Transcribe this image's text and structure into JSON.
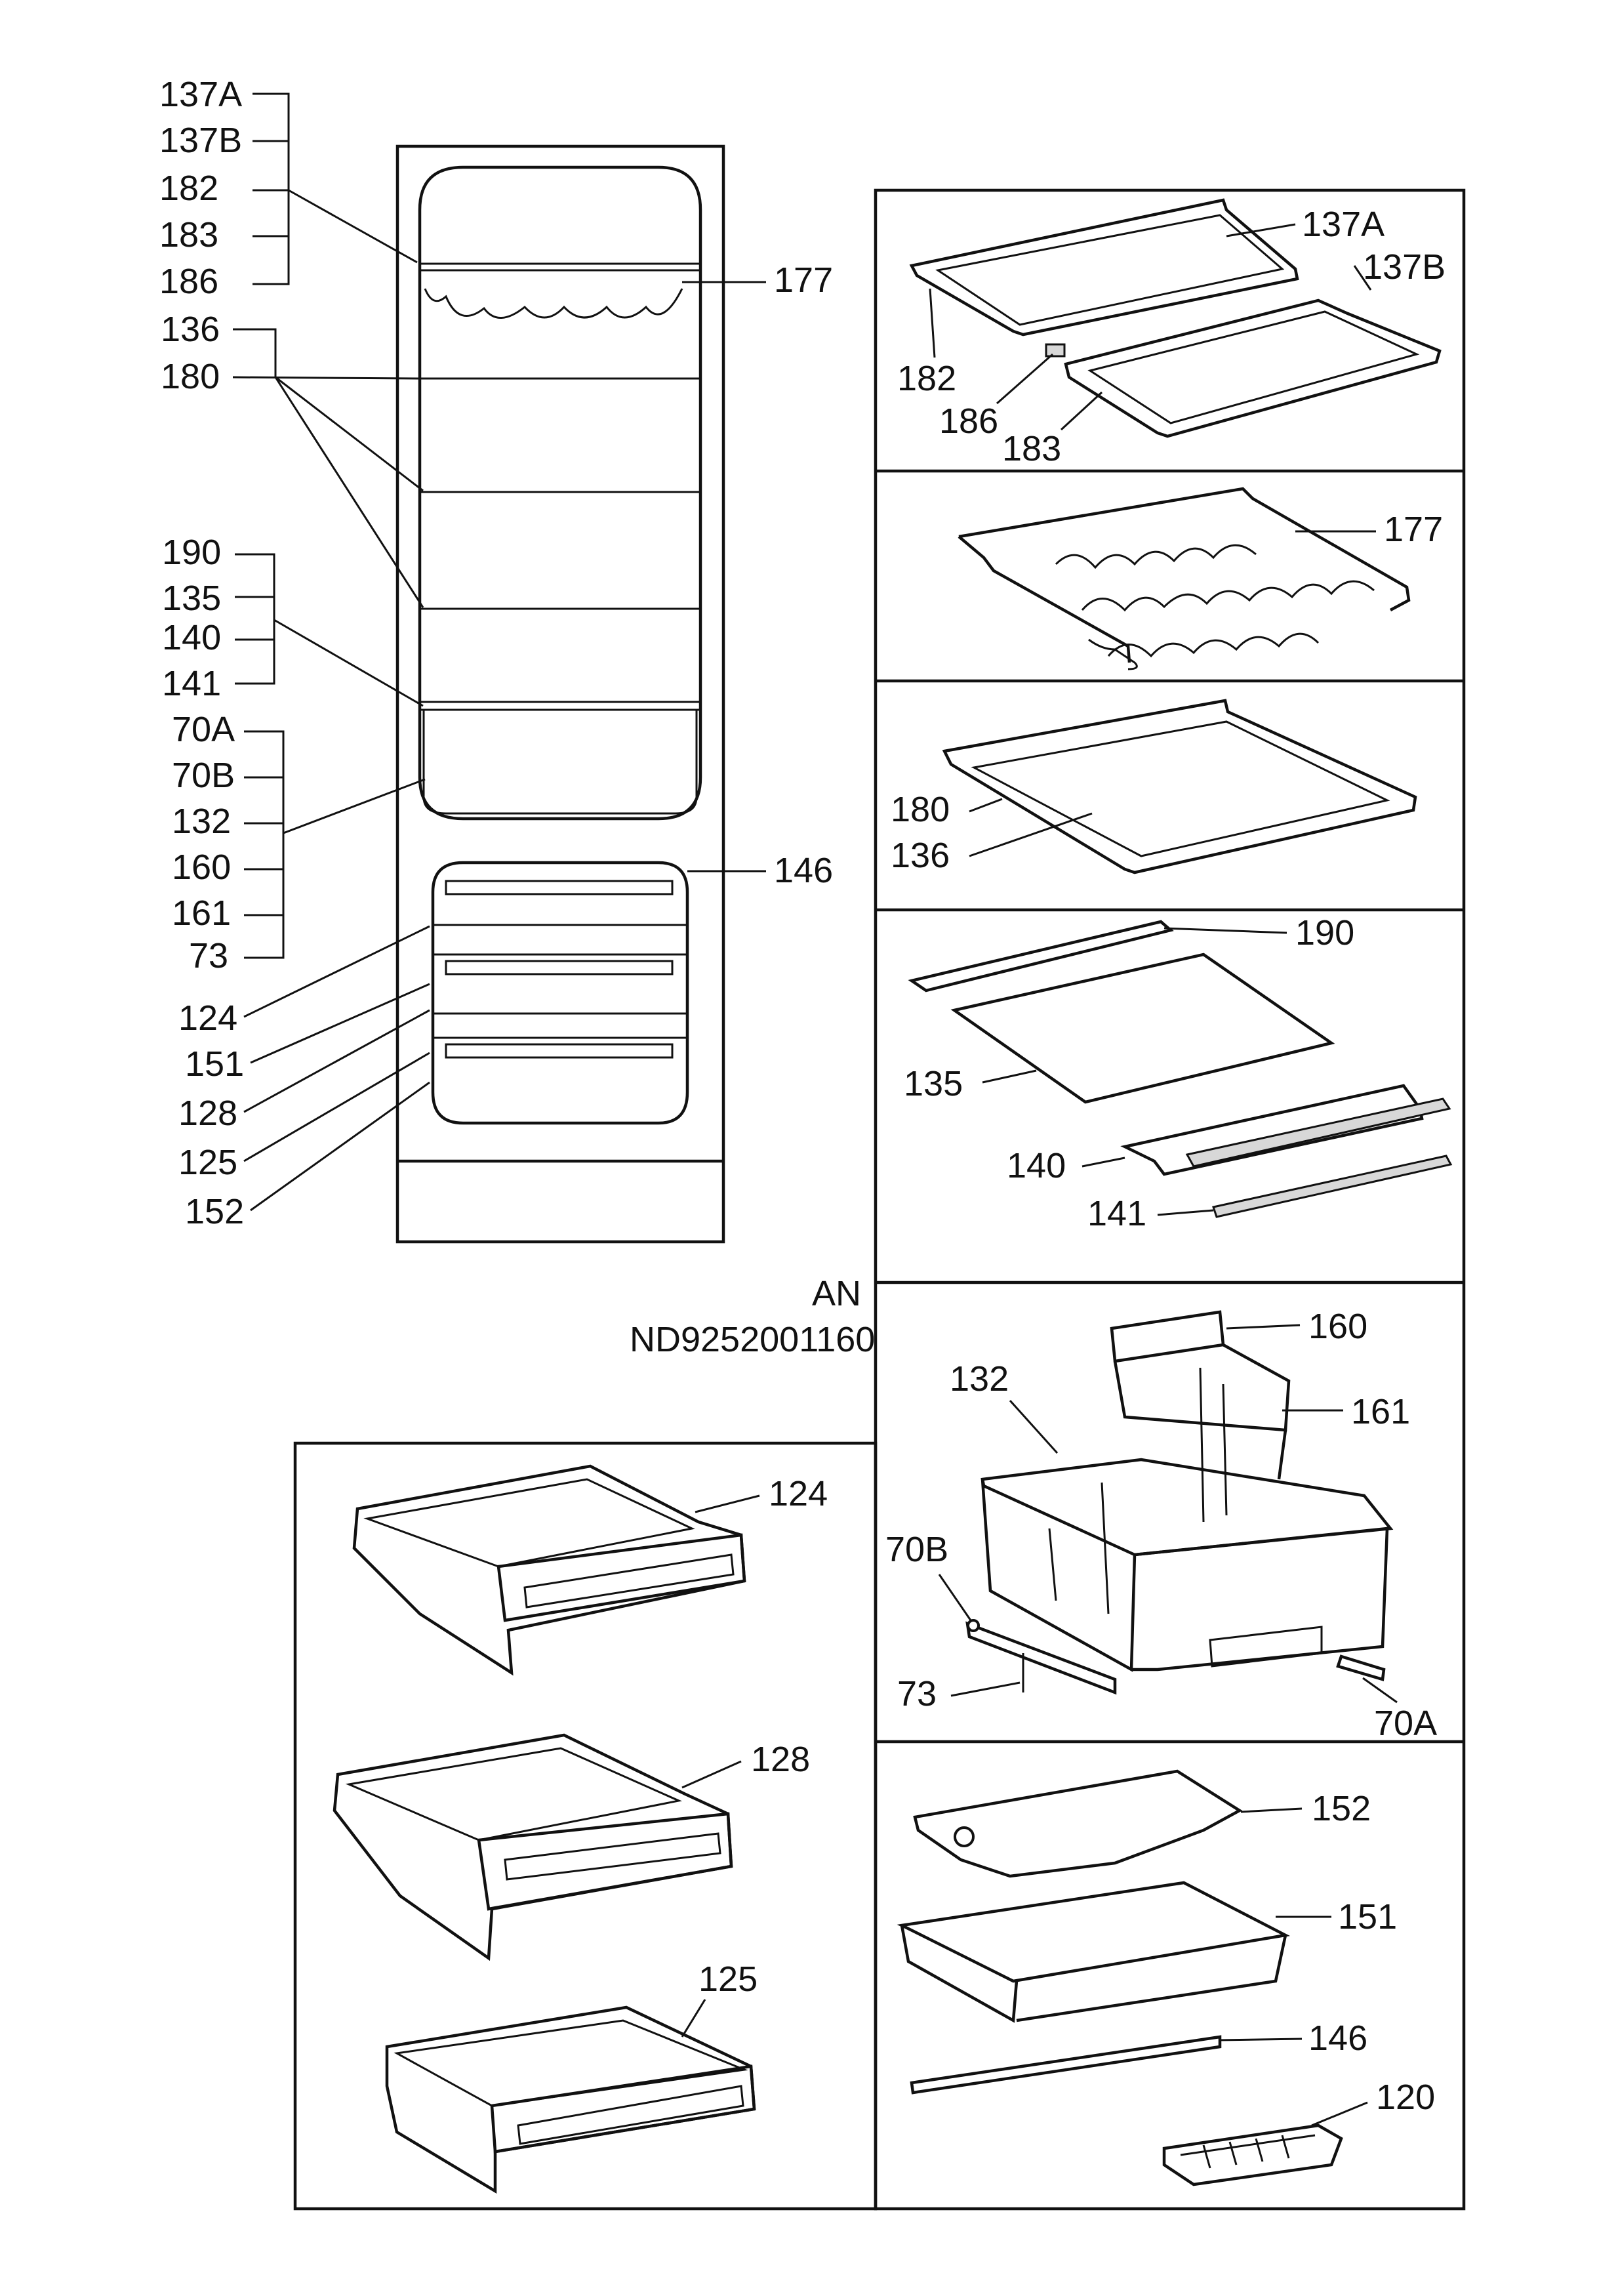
{
  "diagram": {
    "fridge_labels_top": [
      "137A",
      "137B",
      "182",
      "183",
      "186",
      "177"
    ],
    "fridge_labels_shelves": [
      "136",
      "180"
    ],
    "fridge_labels_glass": [
      "190",
      "135",
      "140",
      "141"
    ],
    "fridge_labels_crisper": [
      "70A",
      "70B",
      "132",
      "160",
      "161",
      "73"
    ],
    "fridge_labels_drawers": [
      "146",
      "124",
      "151",
      "128",
      "125",
      "152"
    ],
    "model": {
      "variant": "AN",
      "code": "ND9252001160"
    },
    "panel_split_shelf": [
      "137A",
      "137B",
      "182",
      "186",
      "183"
    ],
    "panel_bottle_rack": [
      "177"
    ],
    "panel_shelf": [
      "180",
      "136"
    ],
    "panel_glass_shelf": [
      "190",
      "135",
      "140",
      "141"
    ],
    "panel_crisper": [
      "160",
      "132",
      "161",
      "70B",
      "73",
      "70A"
    ],
    "panel_freezer_parts": [
      "152",
      "151",
      "146",
      "120"
    ],
    "panel_drawers": [
      "124",
      "128",
      "125"
    ]
  }
}
